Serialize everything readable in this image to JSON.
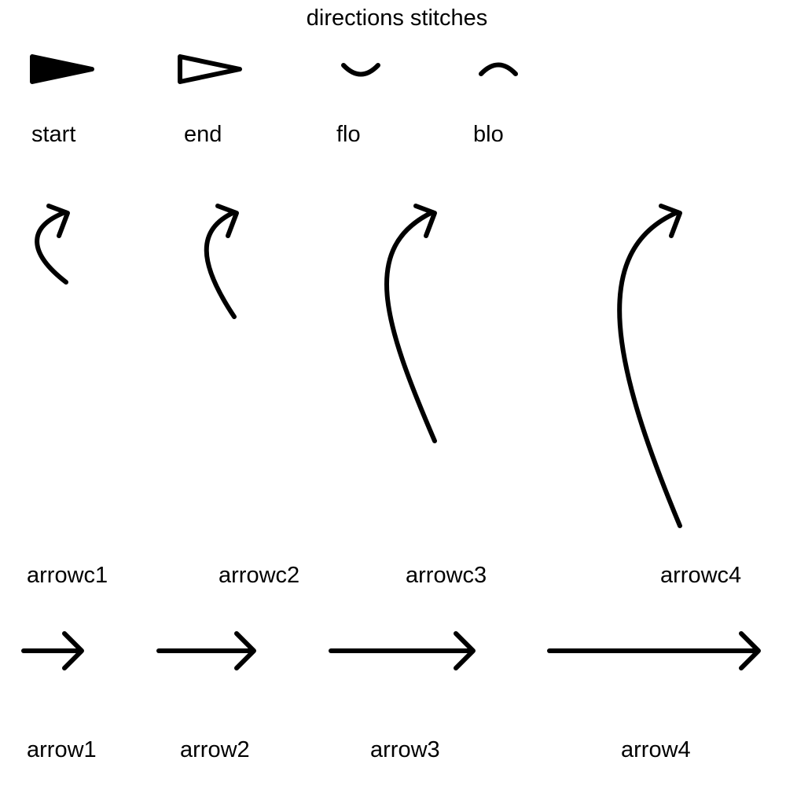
{
  "title": "directions stitches",
  "colors": {
    "ink": "#000000",
    "background": "#ffffff"
  },
  "symbols": {
    "start": {
      "label": "start",
      "shape": "filled-triangle-right"
    },
    "end": {
      "label": "end",
      "shape": "hollow-triangle-right"
    },
    "flo": {
      "label": "flo",
      "shape": "smile-arc"
    },
    "blo": {
      "label": "blo",
      "shape": "frown-arc"
    },
    "arrowc1": {
      "label": "arrowc1",
      "shape": "curved-arrow"
    },
    "arrowc2": {
      "label": "arrowc2",
      "shape": "curved-arrow"
    },
    "arrowc3": {
      "label": "arrowc3",
      "shape": "curved-arrow"
    },
    "arrowc4": {
      "label": "arrowc4",
      "shape": "curved-arrow"
    },
    "arrow1": {
      "label": "arrow1",
      "shape": "straight-arrow"
    },
    "arrow2": {
      "label": "arrow2",
      "shape": "straight-arrow"
    },
    "arrow3": {
      "label": "arrow3",
      "shape": "straight-arrow"
    },
    "arrow4": {
      "label": "arrow4",
      "shape": "straight-arrow"
    }
  }
}
